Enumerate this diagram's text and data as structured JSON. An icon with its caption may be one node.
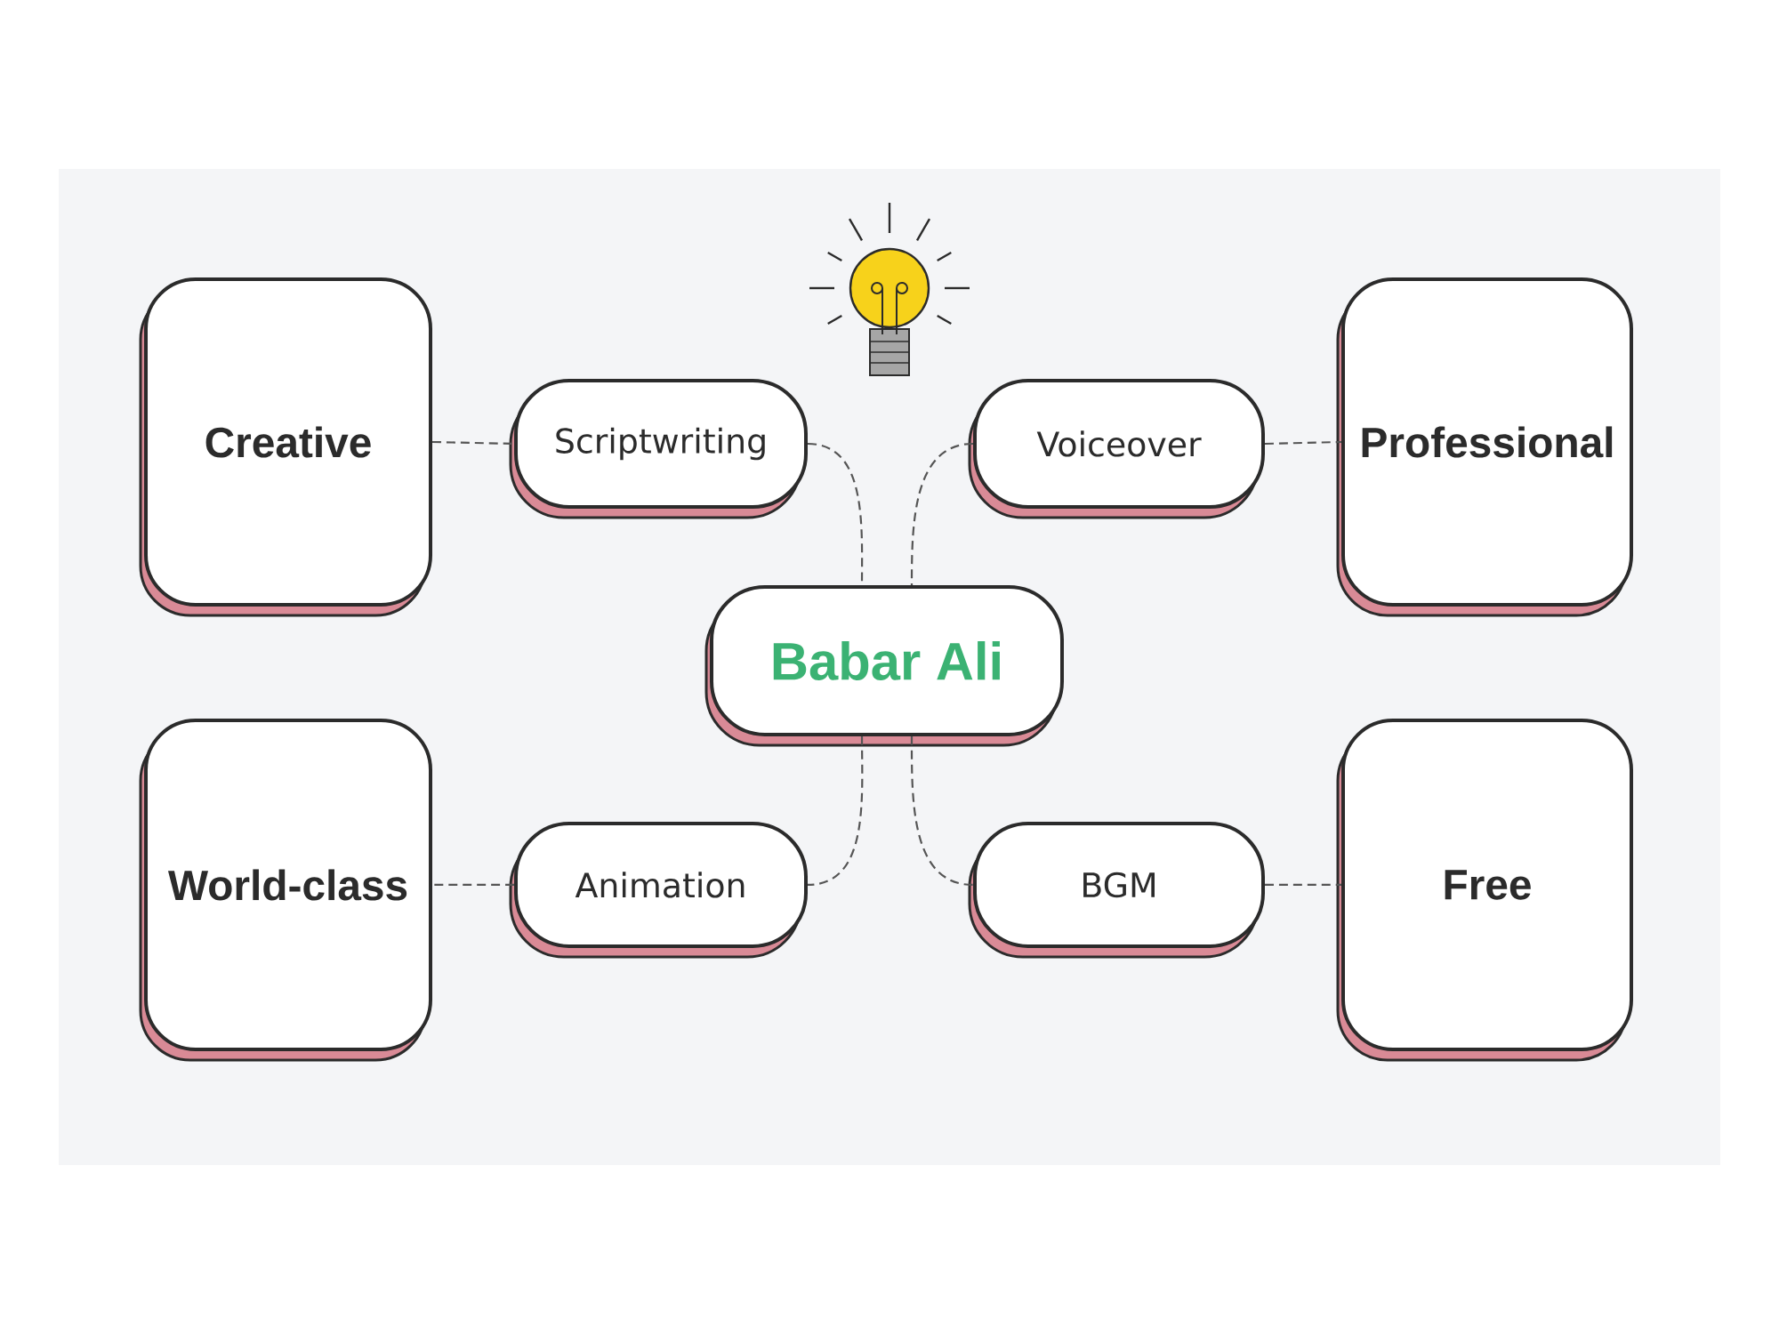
{
  "diagram": {
    "nodes": [
      {
        "text": [
          "Creative"
        ]
      },
      {
        "text": [
          "Scriptwriting"
        ]
      },
      {
        "text": [
          "Voiceover"
        ]
      },
      {
        "text": [
          "Professional"
        ]
      },
      {
        "text": [
          "Babar Ali"
        ]
      },
      {
        "text": [
          "World-class"
        ]
      },
      {
        "text": [
          "Animation"
        ]
      },
      {
        "text": [
          "BGM"
        ]
      },
      {
        "text": [
          "Free"
        ]
      }
    ],
    "edges": [
      {
        "from": 0,
        "to": 1,
        "arrow": "none"
      },
      {
        "from": 1,
        "to": 4,
        "arrow": "none"
      },
      {
        "from": 2,
        "to": 4,
        "arrow": "none"
      },
      {
        "from": 2,
        "to": 3,
        "arrow": "none"
      },
      {
        "from": 4,
        "to": 6,
        "arrow": "none"
      },
      {
        "from": 4,
        "to": 7,
        "arrow": "none"
      },
      {
        "from": 6,
        "to": 5,
        "arrow": "none"
      },
      {
        "from": 7,
        "to": 8,
        "arrow": "none"
      }
    ]
  }
}
